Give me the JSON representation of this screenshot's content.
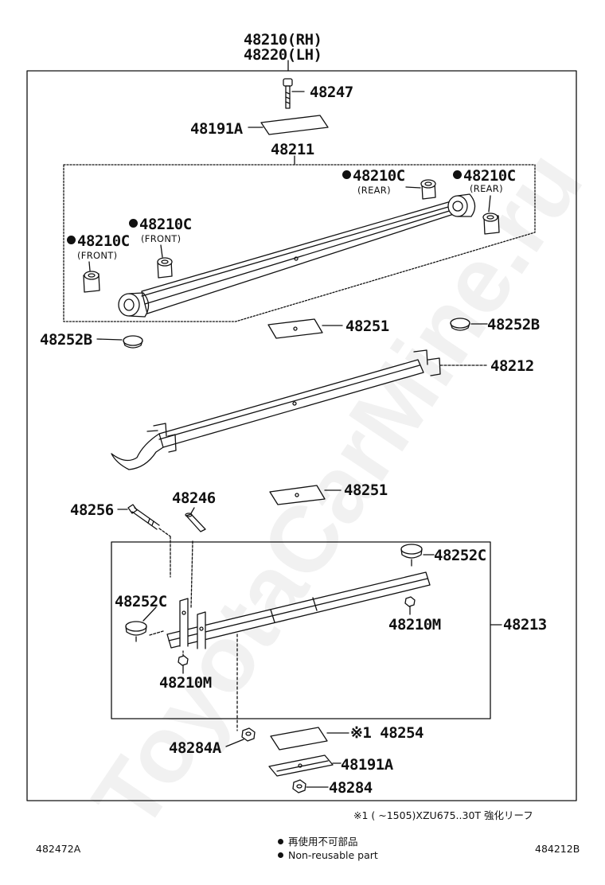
{
  "diagram": {
    "assembly_rh": "48210(RH)",
    "assembly_lh": "48220(LH)",
    "parts": {
      "p48247": "48247",
      "p48191a_top": "48191A",
      "p48211": "48211",
      "p48210c_rear_1": "48210C",
      "p48210c_rear_2": "48210C",
      "p48210c_front_1": "48210C",
      "p48210c_front_2": "48210C",
      "rear": "(REAR)",
      "front": "(FRONT)",
      "p48252b_left": "48252B",
      "p48252b_right": "48252B",
      "p48251_top": "48251",
      "p48212": "48212",
      "p48251_bottom": "48251",
      "p48256": "48256",
      "p48246": "48246",
      "p48252c_right": "48252C",
      "p48252c_left": "48252C",
      "p48210m_right": "48210M",
      "p48213": "48213",
      "p48210m_left": "48210M",
      "p48254": "※1 48254",
      "p48284a": "48284A",
      "p48191a_bottom": "48191A",
      "p48284": "48284"
    },
    "footnote": "※1 (      ~1505)XZU675..30T 強化リーフ",
    "legend_jp": "再使用不可部品",
    "legend_en": "Non-reusable part",
    "code_left": "482472A",
    "code_right": "484212B",
    "watermark": "ToyotaCarMine.ru"
  }
}
